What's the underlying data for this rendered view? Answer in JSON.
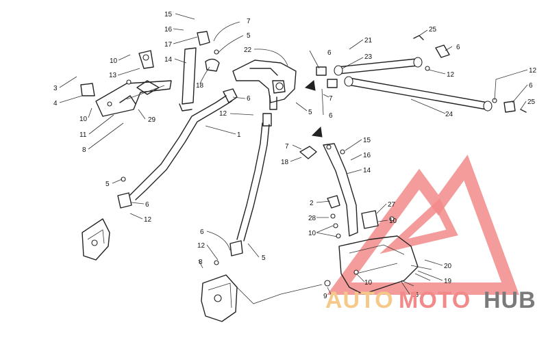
{
  "watermark": {
    "part1": "AUTO",
    "part2": "MOTO",
    "part3": "HUB",
    "colors": {
      "triangle": "#f28a8a",
      "auto": "#f5c98a",
      "moto": "#f28a8a",
      "hub": "#7a7a7a"
    }
  },
  "callouts": {
    "c15a": "15",
    "c16a": "16",
    "c17": "17",
    "c14a": "14",
    "c7a": "7",
    "c5a": "5",
    "c18a": "18",
    "c10a": "10",
    "c13": "13",
    "c3": "3",
    "c4": "4",
    "c10b": "10",
    "c11": "11",
    "c8a": "8",
    "c29": "29",
    "c22": "22",
    "c6a": "6",
    "c12a": "12",
    "c1": "1",
    "c5b": "5",
    "c7b": "7",
    "c6b": "6",
    "c21": "21",
    "c23": "23",
    "c12b": "12",
    "c25a": "25",
    "c6c": "6",
    "c12c": "12",
    "c6d": "6",
    "c25b": "25",
    "c24": "24",
    "c15b": "15",
    "c7c": "7",
    "c16b": "16",
    "c18b": "18",
    "c14b": "14",
    "c5c": "5",
    "c6e": "6",
    "c12d": "12",
    "c2": "2",
    "c27": "27",
    "c28": "28",
    "c10c": "10",
    "c10d": "10",
    "c6f": "6",
    "c12e": "12",
    "c5d": "5",
    "c8b": "8",
    "c20": "20",
    "c19": "19",
    "c10e": "10",
    "c9": "9",
    "c26": "26"
  }
}
